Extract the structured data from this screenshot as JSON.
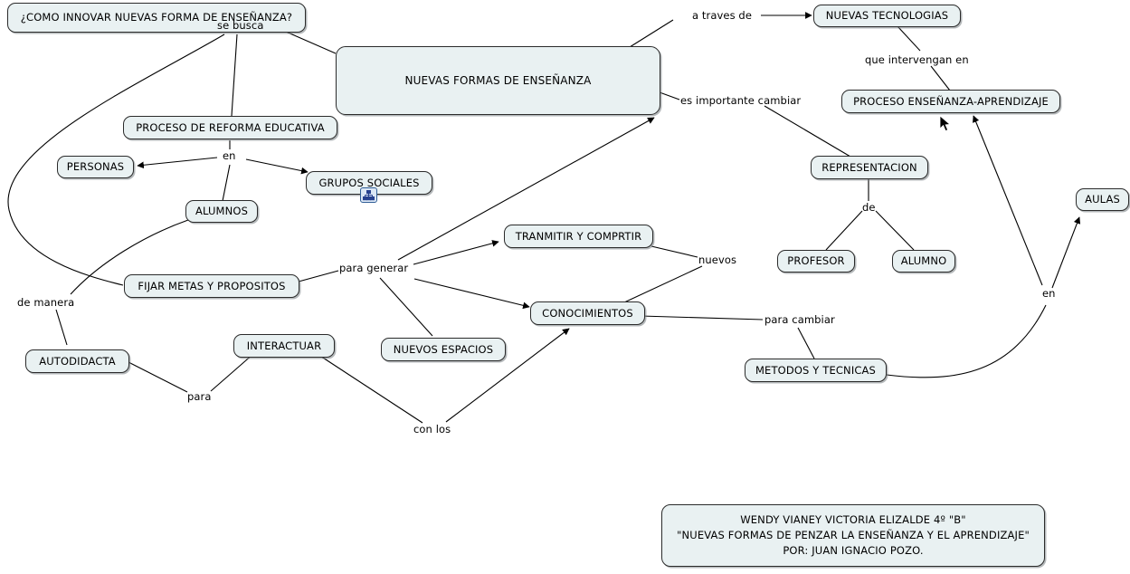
{
  "map": {
    "title_node": "¿COMO INNOVAR NUEVAS FORMA DE ENSEÑANZA?",
    "background": "#ffffff",
    "node_fill": "#e9f1f2",
    "node_border": "#2b2b2b",
    "edge_color": "#000000"
  },
  "nodes": [
    {
      "id": "pregunta",
      "label": "¿COMO INNOVAR NUEVAS FORMA DE ENSEÑANZA?"
    },
    {
      "id": "nuevas_formas",
      "label": "NUEVAS FORMAS DE ENSEÑANZA"
    },
    {
      "id": "reforma",
      "label": "PROCESO DE REFORMA EDUCATIVA"
    },
    {
      "id": "personas",
      "label": "PERSONAS"
    },
    {
      "id": "grupos",
      "label": "GRUPOS SOCIALES"
    },
    {
      "id": "alumnos",
      "label": "ALUMNOS"
    },
    {
      "id": "fijar_metas",
      "label": "FIJAR METAS Y PROPOSITOS"
    },
    {
      "id": "autodidacta",
      "label": "AUTODIDACTA"
    },
    {
      "id": "interactuar",
      "label": "INTERACTUAR"
    },
    {
      "id": "nuevos_espacios",
      "label": "NUEVOS ESPACIOS"
    },
    {
      "id": "tranmitir",
      "label": "TRANMITIR Y COMPRTIR"
    },
    {
      "id": "conocimientos",
      "label": "CONOCIMIENTOS"
    },
    {
      "id": "tecnologias",
      "label": "NUEVAS TECNOLOGIAS"
    },
    {
      "id": "proceso_ea",
      "label": "PROCESO ENSEÑANZA-APRENDIZAJE"
    },
    {
      "id": "representacion",
      "label": "REPRESENTACION"
    },
    {
      "id": "profesor",
      "label": "PROFESOR"
    },
    {
      "id": "alumno",
      "label": "ALUMNO"
    },
    {
      "id": "metodos",
      "label": "METODOS Y TECNICAS"
    },
    {
      "id": "aulas",
      "label": "AULAS"
    }
  ],
  "link_labels": [
    {
      "id": "se_busca",
      "text": "se busca"
    },
    {
      "id": "a_traves_de",
      "text": "a traves de"
    },
    {
      "id": "que_intervengan",
      "text": "que intervengan en"
    },
    {
      "id": "es_importante",
      "text": "es  importante cambiar"
    },
    {
      "id": "en_reforma",
      "text": "en"
    },
    {
      "id": "de_manera",
      "text": "de manera"
    },
    {
      "id": "para_generar",
      "text": "para generar"
    },
    {
      "id": "nuevos",
      "text": "nuevos"
    },
    {
      "id": "para",
      "text": "para"
    },
    {
      "id": "con_los",
      "text": "con los"
    },
    {
      "id": "de_repr",
      "text": "de"
    },
    {
      "id": "para_cambiar",
      "text": "para cambiar"
    },
    {
      "id": "en_aulas",
      "text": "en"
    }
  ],
  "caption": {
    "line1": "WENDY VIANEY VICTORIA ELIZALDE 4º \"B\"",
    "line2": "\"NUEVAS FORMAS DE PENZAR LA ENSEÑANZA Y EL APRENDIZAJE\"",
    "line3": "POR: JUAN IGNACIO POZO."
  },
  "icons": {
    "submap_grupos": "hierarchy-submap-icon",
    "mouse_cursor": "mouse-pointer-icon"
  }
}
